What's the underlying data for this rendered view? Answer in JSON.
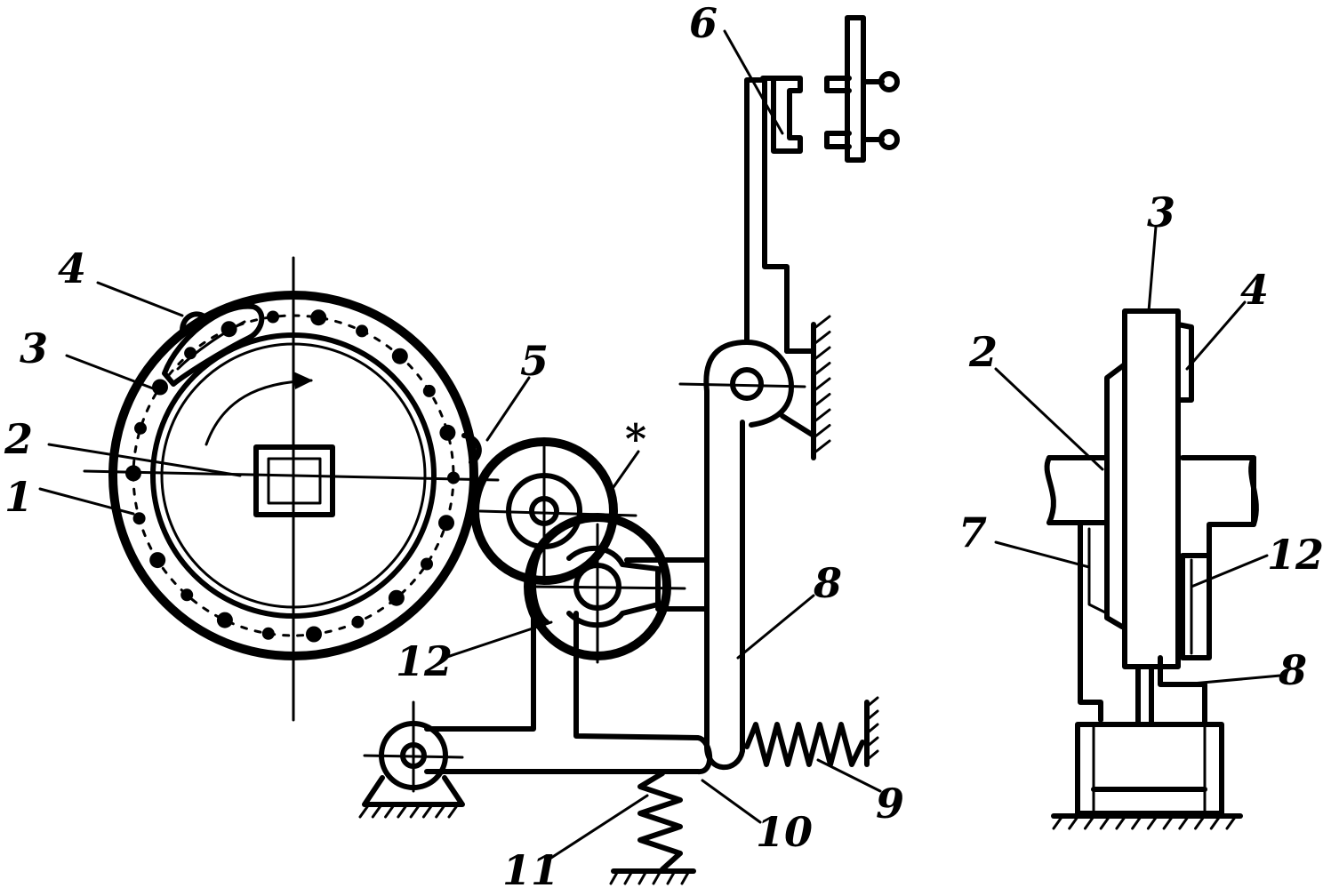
{
  "diagram": {
    "labels": {
      "l1": "1",
      "l2": "2",
      "l3": "3",
      "l4": "4",
      "l5": "5",
      "l6": "6",
      "l7_star": "*",
      "l8": "8",
      "l9": "9",
      "l10": "10",
      "l11": "11",
      "l12": "12",
      "side_l2": "2",
      "side_l3": "3",
      "side_l4": "4",
      "side_l7": "7",
      "side_l8": "8",
      "side_l12": "12"
    }
  }
}
